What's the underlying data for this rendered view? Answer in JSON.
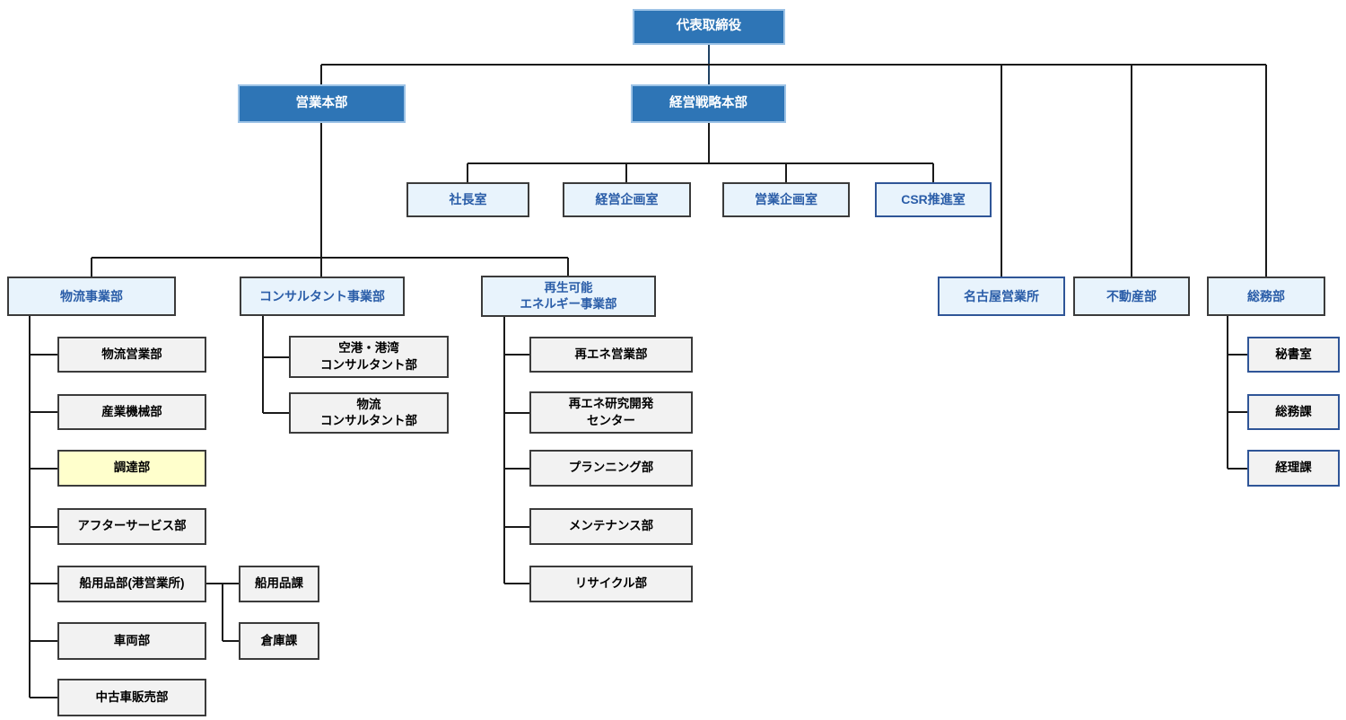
{
  "org": {
    "root": {
      "label": "代表取締役"
    },
    "headquarters": [
      {
        "label": "営業本部"
      },
      {
        "label": "経営戦略本部"
      }
    ],
    "strategy_offices": [
      {
        "label": "社長室"
      },
      {
        "label": "経営企画室"
      },
      {
        "label": "営業企画室"
      },
      {
        "label": "CSR推進室"
      }
    ],
    "sales_divisions": [
      {
        "label": "物流事業部"
      },
      {
        "label": "コンサルタント事業部"
      },
      {
        "label": "再生可能\nエネルギー事業部"
      }
    ],
    "direct_units": [
      {
        "label": "名古屋営業所"
      },
      {
        "label": "不動産部"
      },
      {
        "label": "総務部"
      }
    ],
    "logistics_depts": [
      {
        "label": "物流営業部"
      },
      {
        "label": "産業機械部"
      },
      {
        "label": "調達部",
        "highlight": true
      },
      {
        "label": "アフターサービス部"
      },
      {
        "label": "船用品部(港営業所)"
      },
      {
        "label": "車両部"
      },
      {
        "label": "中古車販売部"
      }
    ],
    "ship_sections": [
      {
        "label": "船用品課"
      },
      {
        "label": "倉庫課"
      }
    ],
    "consultant_depts": [
      {
        "label": "空港・港湾\nコンサルタント部"
      },
      {
        "label": "物流\nコンサルタント部"
      }
    ],
    "renewable_depts": [
      {
        "label": "再エネ営業部"
      },
      {
        "label": "再エネ研究開発\nセンター"
      },
      {
        "label": "プランニング部"
      },
      {
        "label": "メンテナンス部"
      },
      {
        "label": "リサイクル部"
      }
    ],
    "general_affairs_units": [
      {
        "label": "秘書室"
      },
      {
        "label": "総務課"
      },
      {
        "label": "経理課"
      }
    ]
  },
  "colors": {
    "primary_fill": "#2E75B6",
    "primary_border": "#9DC3E6",
    "lightblue_fill": "#E8F3FC",
    "gray_fill": "#F2F2F2",
    "highlight_yellow": "#FFFFCC",
    "dark_border": "#3B3B3B",
    "navy_border": "#2F5597",
    "blue_text": "#2A5DA8",
    "line_color": "#1A1A1A"
  }
}
